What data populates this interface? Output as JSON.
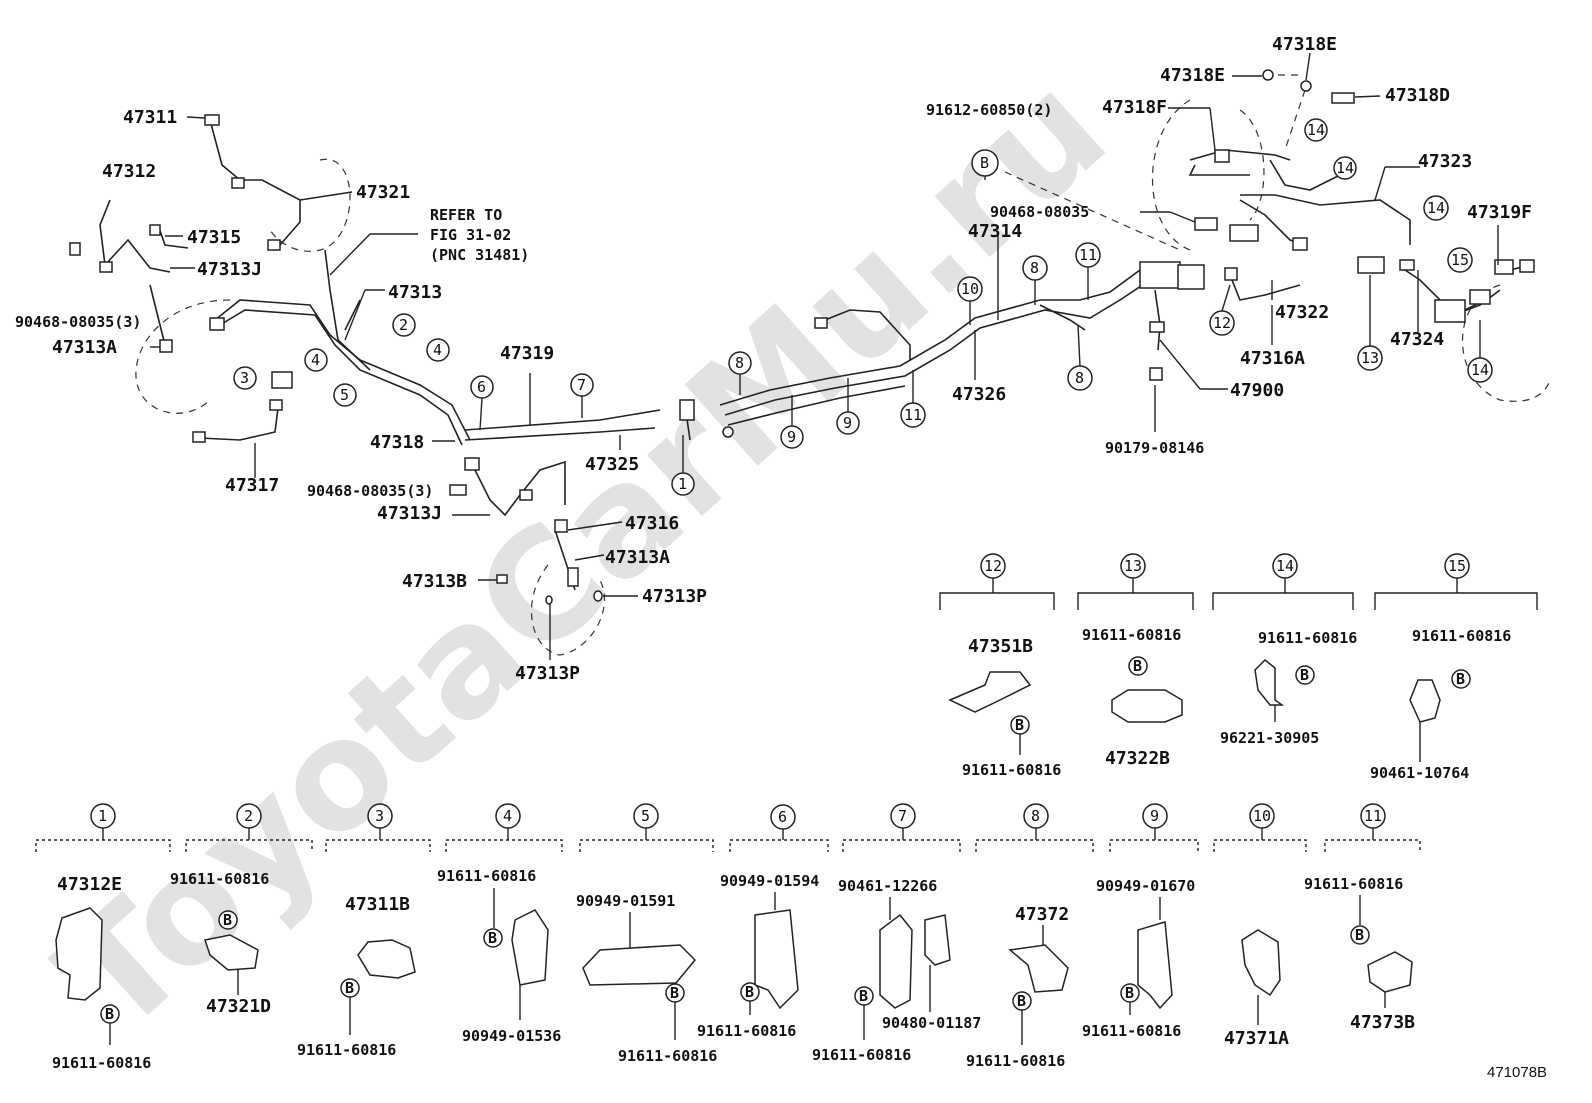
{
  "watermark": "ToyotaCarMu.ru",
  "diagram_id": "471078B",
  "refer_note": [
    "REFER TO",
    "FIG 31-02",
    "(PNC 31481)"
  ],
  "labels": {
    "p47311": "47311",
    "p47312": "47312",
    "p47315": "47315",
    "p47313J_a": "47313J",
    "p90468_3a": "90468-08035(3)",
    "p47313A_a": "47313A",
    "p47321": "47321",
    "p47313": "47313",
    "p47319": "47319",
    "p47318": "47318",
    "p47317": "47317",
    "p90468_3b": "90468-08035(3)",
    "p47313J_b": "47313J",
    "p47325": "47325",
    "p47316": "47316",
    "p47313A_b": "47313A",
    "p47313B": "47313B",
    "p47313P_a": "47313P",
    "p47313P_b": "47313P",
    "p47318E_a": "47318E",
    "p47318E_b": "47318E",
    "p47318D": "47318D",
    "p47318F": "47318F",
    "p91612": "91612-60850(2)",
    "p47323": "47323",
    "p90468_c": "90468-08035",
    "p47314": "47314",
    "p47319F": "47319F",
    "p47322": "47322",
    "p47316A": "47316A",
    "p47324": "47324",
    "p47326": "47326",
    "p47900": "47900",
    "p90179": "90179-08146"
  },
  "callouts": [
    "1",
    "2",
    "3",
    "4",
    "5",
    "6",
    "7",
    "8",
    "9",
    "10",
    "11",
    "12",
    "13",
    "14",
    "15"
  ],
  "b_mark": "B",
  "upper_kits": [
    {
      "num": "12",
      "a": "47351B",
      "b": "91611-60816"
    },
    {
      "num": "13",
      "a": "91611-60816",
      "b": "47322B"
    },
    {
      "num": "14",
      "a": "91611-60816",
      "b": "96221-30905"
    },
    {
      "num": "15",
      "a": "91611-60816",
      "b": "90461-10764"
    }
  ],
  "lower_kits": [
    {
      "num": "1",
      "a": "47312E",
      "b": "91611-60816"
    },
    {
      "num": "2",
      "a": "91611-60816",
      "b": "47321D"
    },
    {
      "num": "3",
      "a": "47311B",
      "b": "91611-60816"
    },
    {
      "num": "4",
      "a": "91611-60816",
      "b": "90949-01536"
    },
    {
      "num": "5",
      "a": "90949-01591",
      "b": "91611-60816"
    },
    {
      "num": "6",
      "a": "90949-01594",
      "b": "91611-60816"
    },
    {
      "num": "7",
      "a": "90461-12266",
      "b": "91611-60816",
      "c": "90480-01187"
    },
    {
      "num": "8",
      "a": "47372",
      "b": "91611-60816"
    },
    {
      "num": "9",
      "a": "90949-01670",
      "b": "91611-60816"
    },
    {
      "num": "10",
      "a": "47371A"
    },
    {
      "num": "11",
      "a": "91611-60816",
      "b": "47373B"
    }
  ]
}
